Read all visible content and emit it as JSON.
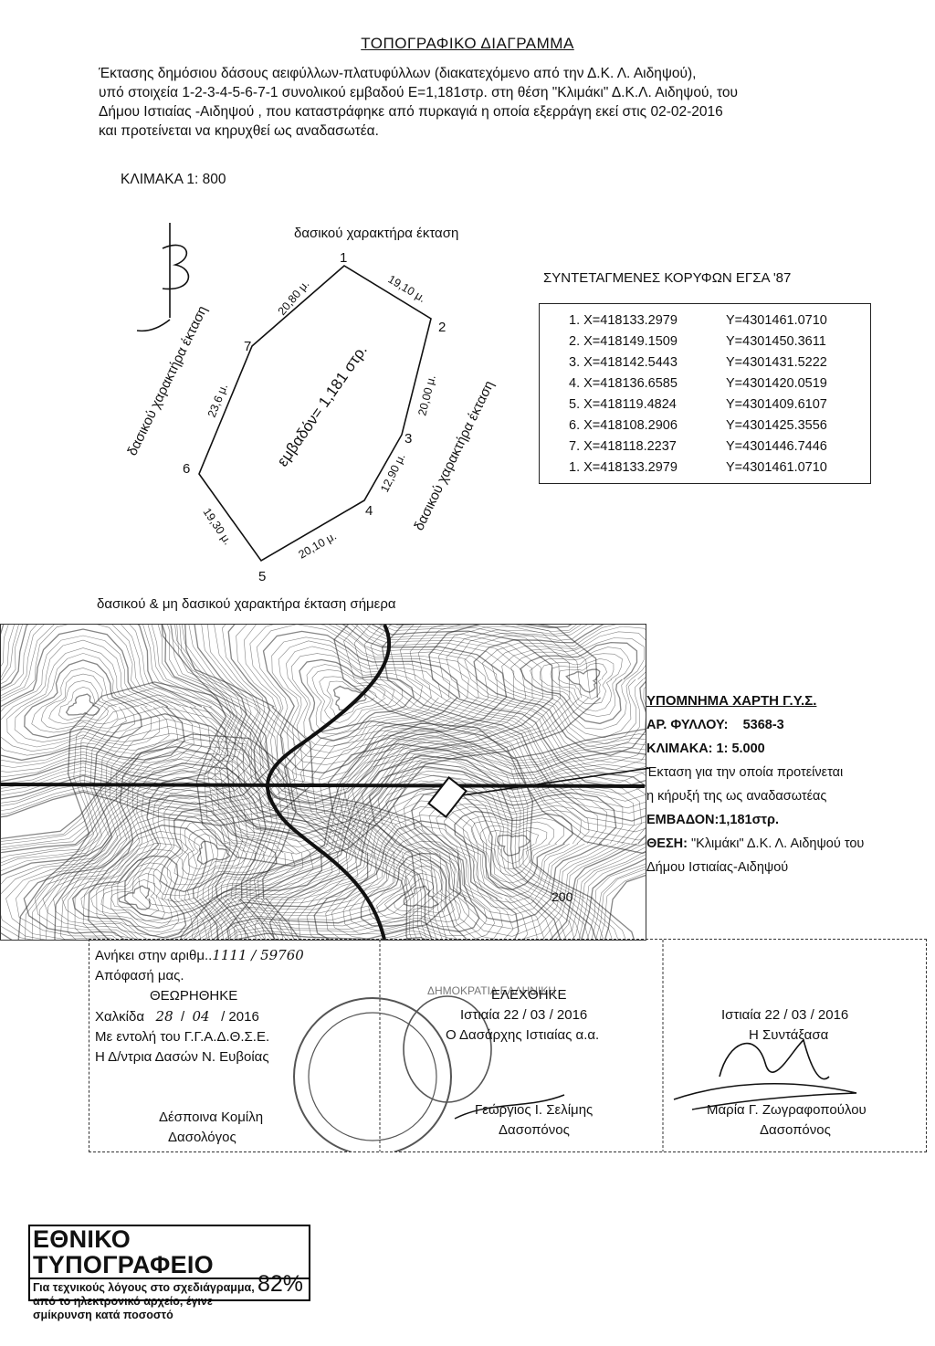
{
  "header": {
    "title": "ΤΟΠΟΓΡΑΦΙΚΟ ΔΙΑΓΡΑΜΜΑ",
    "description_lines": [
      "Έκτασης δημόσιου δάσους αειφύλλων-πλατυφύλλων (διακατεχόμενο από την Δ.Κ. Λ. Αιδηψού),",
      "υπό στοιχεία 1-2-3-4-5-6-7-1 συνολικού εμβαδού Ε=1,181στρ. στη θέση \"Κλιμάκι\" Δ.Κ.Λ. Αιδηψού, του",
      "Δήμου Ιστιαίας -Αιδηψού , που καταστράφηκε από πυρκαγιά η οποία εξερράγη εκεί στις 02-02-2016",
      "και προτείνεται να κηρυχθεί ως αναδασωτέα."
    ],
    "scale": "ΚΛΙΜΑΚΑ 1: 800"
  },
  "diagram": {
    "north_label": "Β",
    "label_top": "δασικού χαρακτήρα έκταση",
    "label_left": "δασικού χαρακτήρα έκταση",
    "label_right": "δασικού χαρακτήρα έκταση",
    "label_bottom": "δασικού & μη δασικού χαρακτήρα έκταση σήμερα",
    "area_label": "εμβαδόν= 1,181 στρ.",
    "vertex_labels": [
      "1",
      "2",
      "3",
      "4",
      "5",
      "6",
      "7"
    ],
    "edge_labels": [
      "19,10 μ.",
      "20,00 μ.",
      "12,90 μ.",
      "20,10 μ.",
      "19,30 μ.",
      "23,6 μ.",
      "20,80 μ."
    ]
  },
  "coordinates": {
    "title": "ΣΥΝΤΕΤΑΓΜΕΝΕΣ ΚΟΡΥΦΩΝ ΕΓΣΑ '87",
    "rows": [
      {
        "x": "1. X=418133.2979",
        "y": "Y=4301461.0710"
      },
      {
        "x": "2. X=418149.1509",
        "y": "Y=4301450.3611"
      },
      {
        "x": "3. X=418142.5443",
        "y": "Y=4301431.5222"
      },
      {
        "x": "4. X=418136.6585",
        "y": "Y=4301420.0519"
      },
      {
        "x": "5. X=418119.4824",
        "y": "Y=4301409.6107"
      },
      {
        "x": "6. X=418108.2906",
        "y": "Y=4301425.3556"
      },
      {
        "x": "7. X=418118.2237",
        "y": "Y=4301446.7446"
      },
      {
        "x": "1. X=418133.2979",
        "y": "Y=4301461.0710"
      }
    ]
  },
  "map": {
    "label": "200"
  },
  "legend": {
    "title": "ΥΠΟΜΝΗΜΑ ΧΑΡΤΗ Γ.Υ.Σ.",
    "sheet_label": "ΑΡ. ΦΥΛΛΟΥ:",
    "sheet_value": "5368-3",
    "scale_label": "ΚΛΙΜΑΚΑ: 1: 5.000",
    "desc_line1": "Έκταση για την οποία προτείνεται",
    "desc_line2": "η κήρυξή της ως αναδασωτέας",
    "area_label": "ΕΜΒΑΔΟΝ:1,181στρ.",
    "place_label": "ΘΕΣΗ:",
    "place_line1": "\"Κλιμάκι\" Δ.Κ. Λ. Αιδηψού του",
    "place_line2": "Δήμου Ιστιαίας-Αιδηψού"
  },
  "signatures": {
    "col1": {
      "l1": "Ανήκει στην αριθμ..",
      "l1_hand": "1111 / 59760",
      "l2": "Απόφασή μας.",
      "l3": "ΘΕΩΡΗΘΗΚΕ",
      "l4a": "Χαλκίδα",
      "l4_day": "28",
      "l4_month": "04",
      "l4b": "/ 2016",
      "l5": "Με εντολή του Γ.Γ.Α.Δ.Θ.Σ.Ε.",
      "l6": "Η Δ/ντρια Δασών Ν. Ευβοίας",
      "name": "Δέσποινα Κομίλη",
      "role": "Δασολόγος"
    },
    "col2": {
      "l1": "ΕΛΕΧΘΗΚΕ",
      "l2": "Ιστιαία 22 / 03 / 2016",
      "l3": "Ο Δασάρχης Ιστιαίας α.α.",
      "name": "Γεώργιος Ι. Σελίμης",
      "role": "Δασοπόνος"
    },
    "col3": {
      "l1": "Ιστιαία    22 / 03 / 2016",
      "l2": "Η Συντάξασα",
      "name": "Μαρία Γ. Ζωγραφοπούλου",
      "role": "Δασοπόνος"
    }
  },
  "stamp_text": "ΔΗΜΟΚΡΑΤΙΑ ΕΛΛΗΝΙΚΗ",
  "footer": {
    "title": "ΕΘΝΙΚΟ ΤΥΠΟΓΡΑΦΕΙΟ",
    "line1": "Για τεχνικούς λόγους στο σχεδιάγραμμα,",
    "line2": "από το ηλεκτρονικό αρχείο, έγινε",
    "line3": "σμίκρυνση κατά ποσοστό",
    "percent": "82%"
  }
}
